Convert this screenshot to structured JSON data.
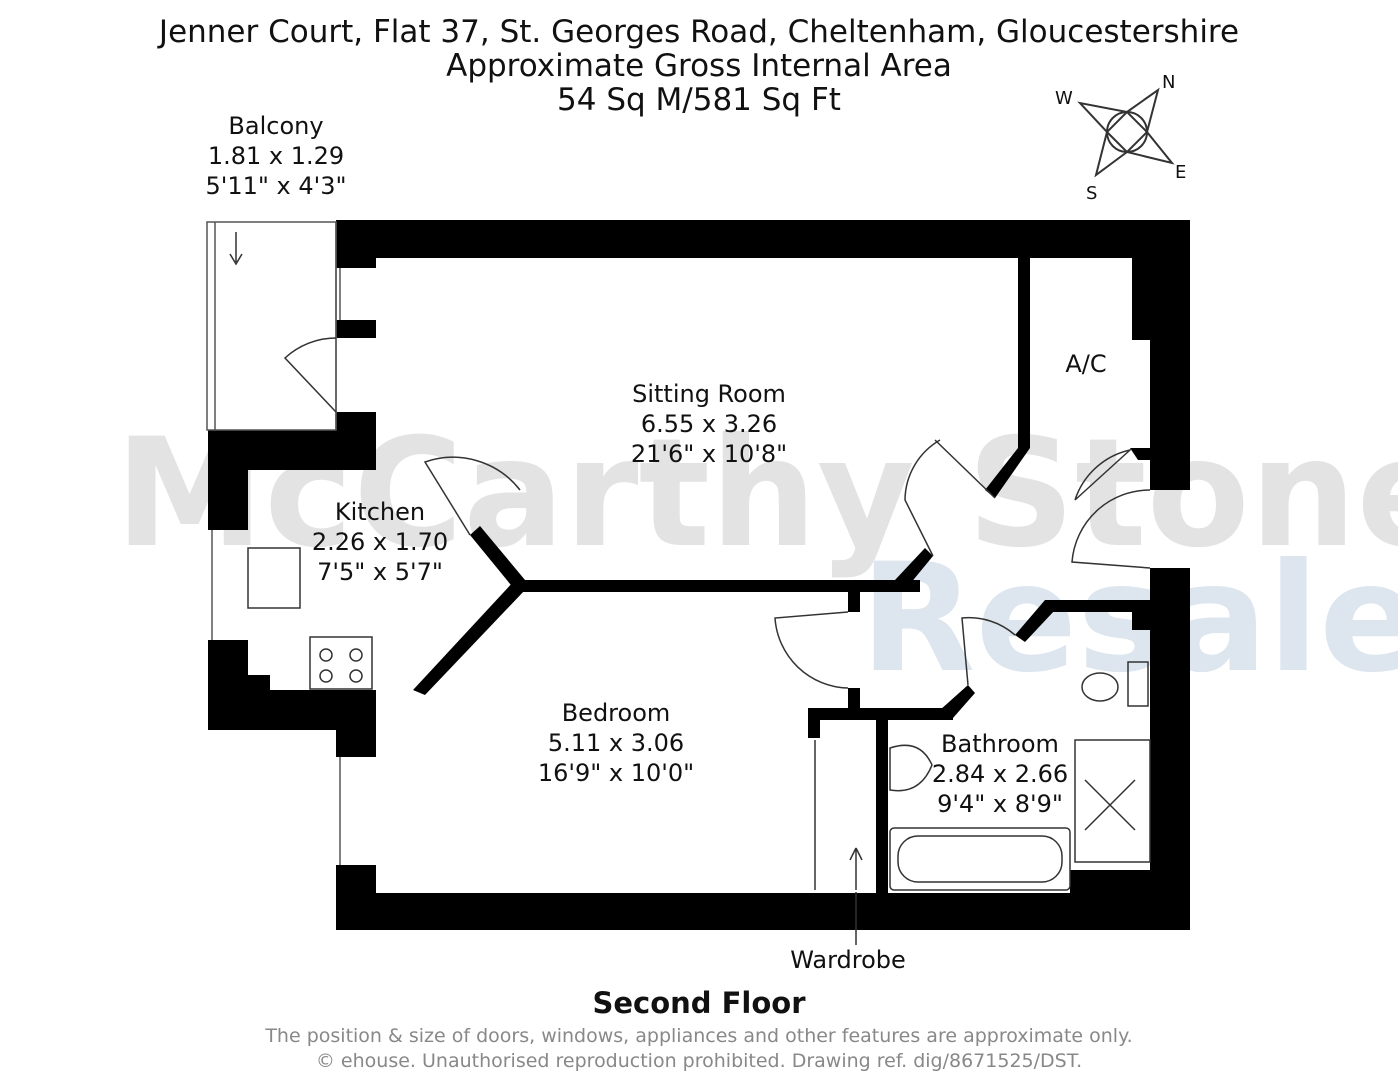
{
  "header": {
    "address": "Jenner Court, Flat 37, St. Georges Road, Cheltenham, Gloucestershire",
    "area_label": "Approximate Gross Internal Area",
    "area_value": "54 Sq M/581 Sq Ft"
  },
  "compass": {
    "n": "N",
    "e": "E",
    "s": "S",
    "w": "W"
  },
  "watermark": {
    "line1": "McCarthy Stone",
    "line2": "Resales"
  },
  "rooms": {
    "balcony": {
      "name": "Balcony",
      "metric": "1.81 x 1.29",
      "imperial": "5'11\" x 4'3\""
    },
    "sitting": {
      "name": "Sitting Room",
      "metric": "6.55 x 3.26",
      "imperial": "21'6\" x 10'8\""
    },
    "kitchen": {
      "name": "Kitchen",
      "metric": "2.26 x 1.70",
      "imperial": "7'5\" x 5'7\""
    },
    "bedroom": {
      "name": "Bedroom",
      "metric": "5.11 x 3.06",
      "imperial": "16'9\" x 10'0\""
    },
    "bathroom": {
      "name": "Bathroom",
      "metric": "2.84 x 2.66",
      "imperial": "9'4\" x 8'9\""
    },
    "ac": {
      "name": "A/C"
    },
    "wardrobe": {
      "name": "Wardrobe"
    }
  },
  "floor_label": "Second Floor",
  "footer": {
    "line1": "The position & size of doors, windows, appliances and other features are approximate only.",
    "line2": "© ehouse. Unauthorised reproduction prohibited. Drawing ref. dig/8671525/DST."
  }
}
